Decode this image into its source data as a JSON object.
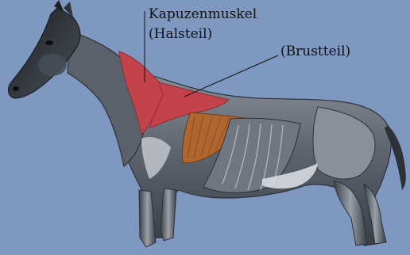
{
  "labels": {
    "kapuzenmuskel": "Kapuzenmuskel",
    "halsteil": "(Halsteil)",
    "brustteil": "(Brustteil)"
  },
  "colors": {
    "background": "#7f98c1",
    "trapezius_neck": "#c2434b",
    "trapezius_thorax": "#c4424c",
    "highlight_muscle": "#b0662e",
    "muscle_dark": "#2d3138",
    "muscle_mid": "#6f7680",
    "muscle_light": "#c9ccd1"
  },
  "icons": {
    "illustration": "horse-muscle-anatomy"
  }
}
